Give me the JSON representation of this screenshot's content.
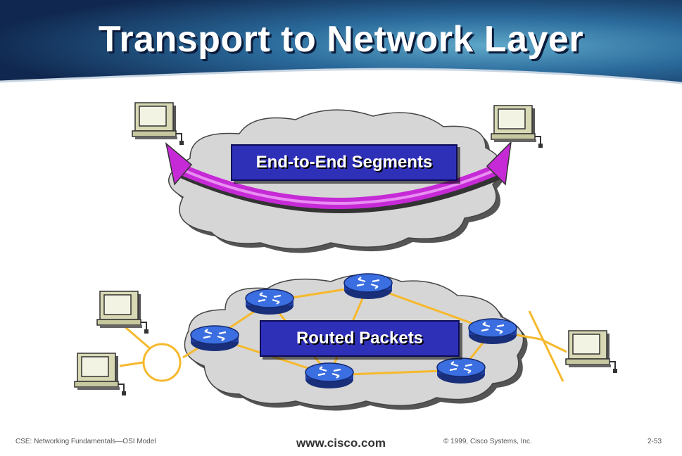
{
  "slide": {
    "title": "Transport to Network Layer"
  },
  "diagram": {
    "segments_label": "End-to-End Segments",
    "packets_label": "Routed Packets"
  },
  "footer": {
    "course": "CSE: Networking Fundamentals—OSI Model",
    "site": "www.cisco.com",
    "copyright": "© 1999, Cisco Systems, Inc.",
    "page": "2-53"
  },
  "colors": {
    "header_blue": "#1f4f86",
    "label_blue": "#2f30b8",
    "arrow_magenta": "#c62ad6",
    "link_yellow": "#f6b92d",
    "router_blue": "#2f59c9",
    "cloud_gray": "#d6d6d6"
  }
}
